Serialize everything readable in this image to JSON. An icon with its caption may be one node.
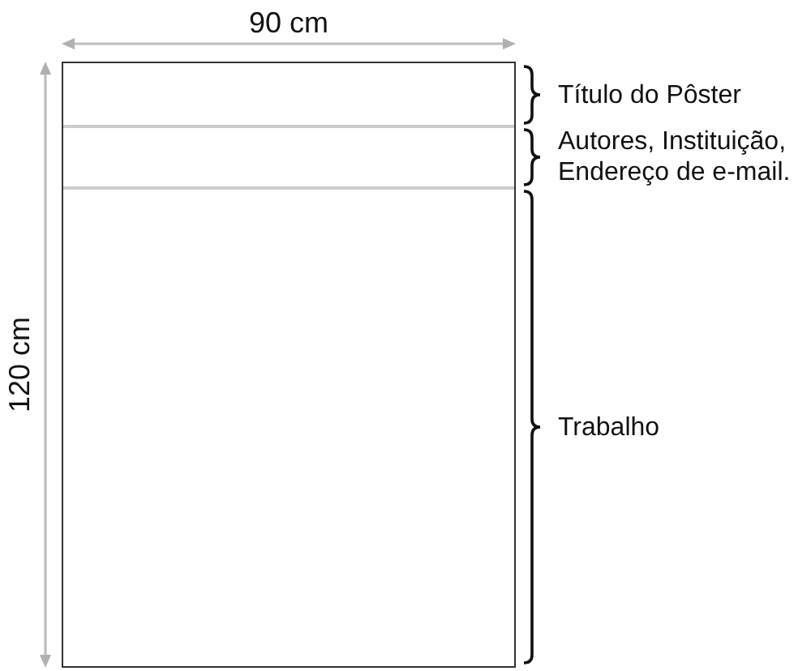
{
  "diagram": {
    "nodes": [
      {
        "text": [],
        "shape": "box"
      },
      {
        "text": [],
        "shape": "box",
        "in": 0,
        "beside": [
          "Título do Pôster"
        ]
      },
      {
        "text": [],
        "shape": "box",
        "in": 0,
        "beside": [
          "Autores, Instituição, Endereço de e-mail."
        ]
      },
      {
        "text": [],
        "shape": "box",
        "in": 0,
        "beside": [
          "Trabalho"
        ]
      }
    ],
    "labels": [
      "90 cm",
      "120 cm"
    ]
  }
}
